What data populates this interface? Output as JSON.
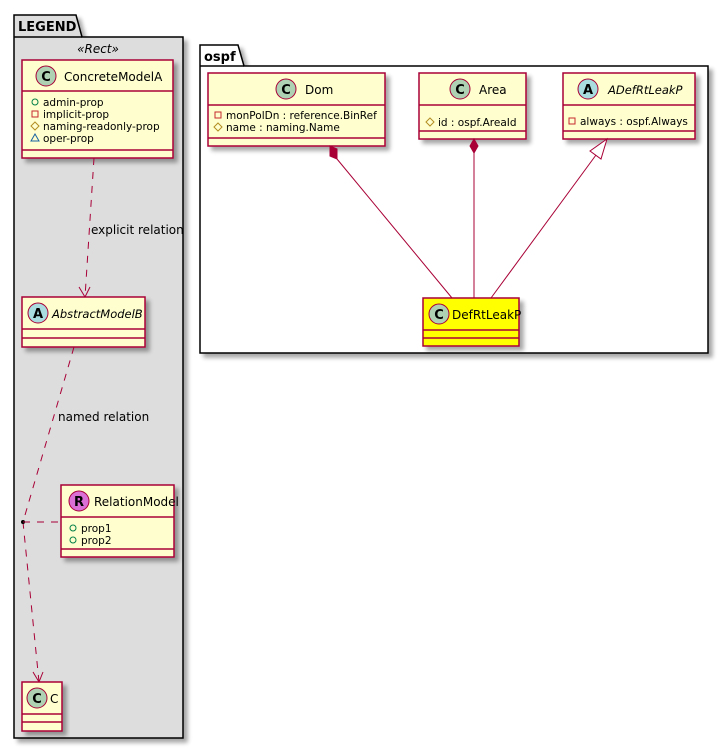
{
  "legend": {
    "title": "LEGEND",
    "stereotype": "«Rect»",
    "concrete_model": {
      "name": "ConcreteModelA",
      "kind": "C",
      "attributes": [
        {
          "visibility": "public",
          "icon": "circle-icon",
          "text": "admin-prop"
        },
        {
          "visibility": "private",
          "icon": "square-icon",
          "text": "implicit-prop"
        },
        {
          "visibility": "protected",
          "icon": "diamond-icon",
          "text": "naming-readonly-prop"
        },
        {
          "visibility": "package",
          "icon": "triangle-icon",
          "text": "oper-prop"
        }
      ]
    },
    "abstract_model": {
      "name": "AbstractModelB",
      "kind": "A"
    },
    "relation_model": {
      "name": "RelationModel",
      "kind": "R",
      "attributes": [
        {
          "visibility": "public",
          "icon": "circle-icon",
          "text": "prop1"
        },
        {
          "visibility": "public",
          "icon": "circle-icon",
          "text": "prop2"
        }
      ]
    },
    "c_model": {
      "name": "C",
      "kind": "C"
    },
    "explicit_relation_label": "explicit relation",
    "named_relation_label": "named relation"
  },
  "ospf": {
    "title": "ospf",
    "dom": {
      "name": "Dom",
      "kind": "C",
      "attributes": [
        {
          "visibility": "private",
          "icon": "square-icon",
          "text": "monPolDn : reference.BinRef"
        },
        {
          "visibility": "protected",
          "icon": "diamond-icon",
          "text": "name : naming.Name"
        }
      ]
    },
    "area": {
      "name": "Area",
      "kind": "C",
      "attributes": [
        {
          "visibility": "protected",
          "icon": "diamond-icon",
          "text": "id : ospf.AreaId"
        }
      ]
    },
    "adefrtleakp": {
      "name": "ADefRtLeakP",
      "kind": "A",
      "attributes": [
        {
          "visibility": "private",
          "icon": "square-icon",
          "text": "always : ospf.Always"
        }
      ]
    },
    "defrtleakp": {
      "name": "DefRtLeakP",
      "kind": "C",
      "highlight": "#ffff00"
    }
  },
  "colors": {
    "class_fill": "#fefece",
    "class_border": "#a80036",
    "highlight_fill": "#ffff00",
    "legend_bg": "#dddddd",
    "circle_C": "#add1b2",
    "circle_A": "#a9dcdf",
    "circle_R": "#da70d6"
  }
}
